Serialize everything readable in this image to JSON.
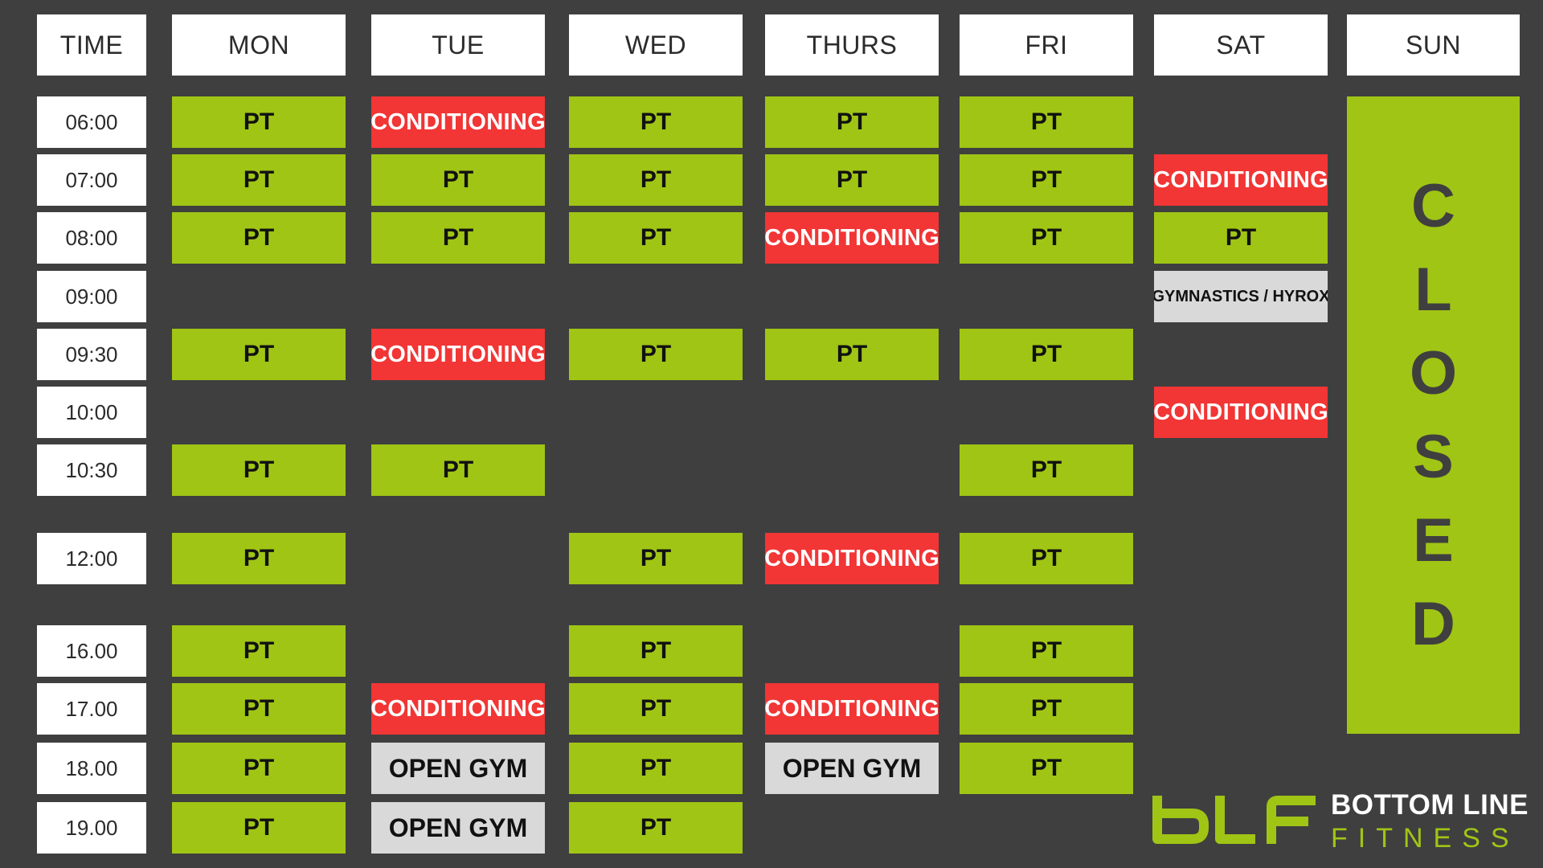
{
  "headers": [
    "TIME",
    "MON",
    "TUE",
    "WED",
    "THURS",
    "FRI",
    "SAT",
    "SUN"
  ],
  "times": [
    "06:00",
    "07:00",
    "08:00",
    "09:00",
    "09:30",
    "10:00",
    "10:30",
    "12:00",
    "16.00",
    "17.00",
    "18.00",
    "19.00"
  ],
  "schedule": {
    "MON": [
      "PT",
      "PT",
      "PT",
      "",
      "PT",
      "",
      "PT",
      "PT",
      "PT",
      "PT",
      "PT",
      "PT"
    ],
    "TUE": [
      "CONDITIONING",
      "PT",
      "PT",
      "",
      "CONDITIONING",
      "",
      "PT",
      "",
      "",
      "CONDITIONING",
      "OPEN GYM",
      "OPEN GYM"
    ],
    "WED": [
      "PT",
      "PT",
      "PT",
      "",
      "PT",
      "",
      "",
      "PT",
      "PT",
      "PT",
      "PT",
      "PT"
    ],
    "THURS": [
      "PT",
      "PT",
      "CONDITIONING",
      "",
      "PT",
      "",
      "",
      "CONDITIONING",
      "",
      "CONDITIONING",
      "OPEN GYM",
      ""
    ],
    "FRI": [
      "PT",
      "PT",
      "PT",
      "",
      "PT",
      "",
      "PT",
      "PT",
      "PT",
      "PT",
      "PT",
      ""
    ],
    "SAT": [
      "",
      "CONDITIONING",
      "PT",
      "GYMNASTICS / HYROX",
      "",
      "CONDITIONING",
      "",
      "",
      "",
      "",
      "",
      ""
    ]
  },
  "sunday_closed": [
    "C",
    "L",
    "O",
    "S",
    "E",
    "D"
  ],
  "brand": {
    "line1": "BOTTOM LINE",
    "line2": "FITNESS",
    "logo_letters": "bLF"
  },
  "colors": {
    "background": "#3f3f3f",
    "pt": "#a0c515",
    "conditioning": "#f23535",
    "open_gym": "#d9d9d9",
    "header": "#ffffff"
  }
}
